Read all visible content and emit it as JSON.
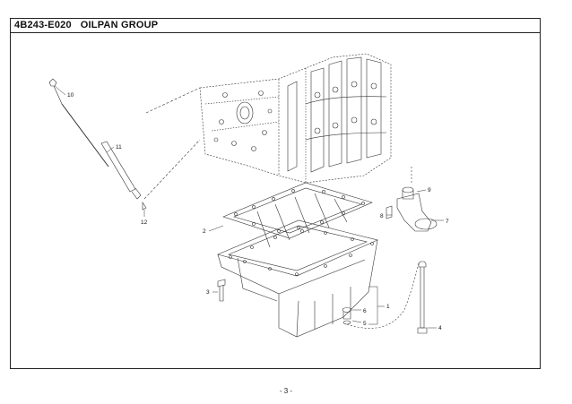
{
  "header": {
    "code": "4B243-E020",
    "group_name": "OILPAN GROUP"
  },
  "callouts": [
    "10",
    "11",
    "12",
    "2",
    "3",
    "9",
    "8",
    "7",
    "6",
    "5",
    "1",
    "4"
  ],
  "footer": {
    "page": "- 3 -"
  }
}
